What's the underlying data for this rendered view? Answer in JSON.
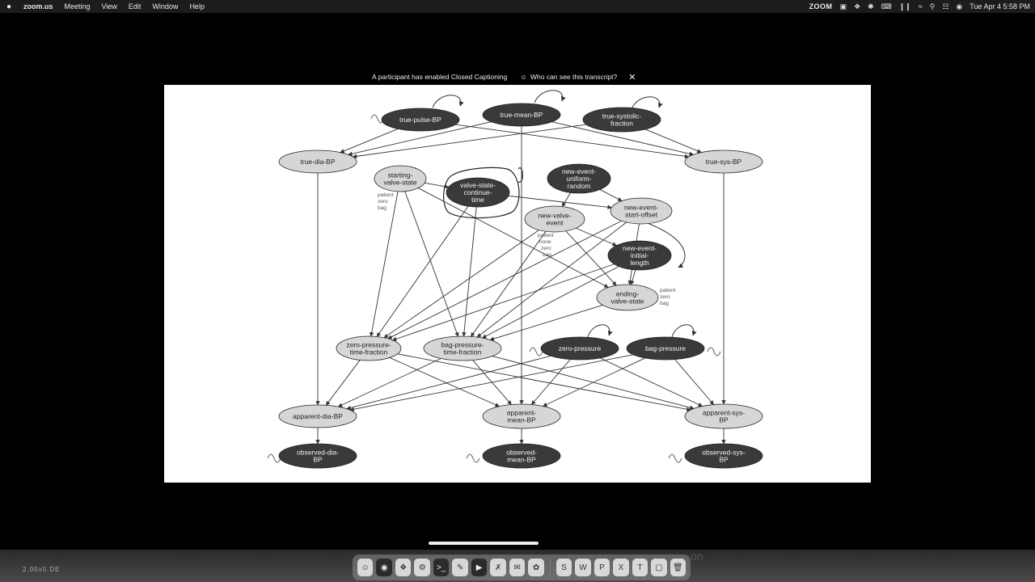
{
  "menubar": {
    "apple_icon": "apple-icon",
    "app_name": "zoom.us",
    "menus": [
      "Meeting",
      "View",
      "Edit",
      "Window",
      "Help"
    ],
    "status_zoom": "ZOOM",
    "status_icons": [
      "screen-share-icon",
      "dropbox-icon",
      "bluetooth-icon",
      "keyboard-icon",
      "pause-icon",
      "wifi-icon",
      "search-icon",
      "control-center-icon",
      "siri-icon"
    ],
    "clock": "Tue Apr 4  5:58 PM"
  },
  "caption_banner": {
    "message": "A participant has enabled Closed Captioning",
    "who_link": "Who can see this transcript?",
    "close_icon": "close-icon"
  },
  "diagram": {
    "nodes": [
      {
        "id": "true-pulse-bp",
        "lines": [
          "true-pulse-BP"
        ],
        "fill": "dark"
      },
      {
        "id": "true-mean-bp",
        "lines": [
          "true-mean-BP"
        ],
        "fill": "dark"
      },
      {
        "id": "true-systolic-fraction",
        "lines": [
          "true-systolic-",
          "fraction"
        ],
        "fill": "dark"
      },
      {
        "id": "true-dia-bp",
        "lines": [
          "true-dia-BP"
        ],
        "fill": "light"
      },
      {
        "id": "true-sys-bp",
        "lines": [
          "true-sys-BP"
        ],
        "fill": "light"
      },
      {
        "id": "starting-valve-state",
        "lines": [
          "starting-",
          "valve-state"
        ],
        "fill": "light"
      },
      {
        "id": "valve-state-continue-time",
        "lines": [
          "valve-state-",
          "continue-",
          "time"
        ],
        "fill": "dark"
      },
      {
        "id": "new-event-uniform-random",
        "lines": [
          "new-event-",
          "uniform-",
          "random"
        ],
        "fill": "dark"
      },
      {
        "id": "new-valve-event",
        "lines": [
          "new-valve-",
          "event"
        ],
        "fill": "light"
      },
      {
        "id": "new-event-start-offset",
        "lines": [
          "new-event-",
          "start-offset"
        ],
        "fill": "light"
      },
      {
        "id": "new-event-initial-length",
        "lines": [
          "new-event-",
          "initial-",
          "length"
        ],
        "fill": "dark"
      },
      {
        "id": "ending-valve-state",
        "lines": [
          "ending-",
          "valve-state"
        ],
        "fill": "light"
      },
      {
        "id": "zero-pressure-time-fraction",
        "lines": [
          "zero-pressure-",
          "time-fraction"
        ],
        "fill": "light"
      },
      {
        "id": "bag-pressure-time-fraction",
        "lines": [
          "bag-pressure-",
          "time-fraction"
        ],
        "fill": "light"
      },
      {
        "id": "zero-pressure",
        "lines": [
          "zero-pressure"
        ],
        "fill": "dark"
      },
      {
        "id": "bag-pressure",
        "lines": [
          "bag-pressure"
        ],
        "fill": "dark"
      },
      {
        "id": "apparent-dia-bp",
        "lines": [
          "apparent-dia-BP"
        ],
        "fill": "light"
      },
      {
        "id": "apparent-mean-bp",
        "lines": [
          "apparent-",
          "mean-BP"
        ],
        "fill": "light"
      },
      {
        "id": "apparent-sys-bp",
        "lines": [
          "apparent-sys-",
          "BP"
        ],
        "fill": "light"
      },
      {
        "id": "observed-dia-bp",
        "lines": [
          "observed-dia-",
          "BP"
        ],
        "fill": "dark"
      },
      {
        "id": "observed-mean-bp",
        "lines": [
          "observed-",
          "mean-BP"
        ],
        "fill": "dark"
      },
      {
        "id": "observed-sys-bp",
        "lines": [
          "observed-sys-",
          "BP"
        ],
        "fill": "dark"
      }
    ],
    "edges": [
      [
        "true-pulse-bp",
        "true-dia-bp"
      ],
      [
        "true-pulse-bp",
        "true-sys-bp"
      ],
      [
        "true-mean-bp",
        "true-dia-bp"
      ],
      [
        "true-mean-bp",
        "true-sys-bp"
      ],
      [
        "true-mean-bp",
        "apparent-mean-bp"
      ],
      [
        "true-systolic-fraction",
        "true-dia-bp"
      ],
      [
        "true-systolic-fraction",
        "true-sys-bp"
      ],
      [
        "true-dia-bp",
        "apparent-dia-bp"
      ],
      [
        "true-sys-bp",
        "apparent-sys-bp"
      ],
      [
        "starting-valve-state",
        "valve-state-continue-time"
      ],
      [
        "starting-valve-state",
        "zero-pressure-time-fraction"
      ],
      [
        "starting-valve-state",
        "bag-pressure-time-fraction"
      ],
      [
        "starting-valve-state",
        "ending-valve-state"
      ],
      [
        "valve-state-continue-time",
        "new-event-start-offset"
      ],
      [
        "valve-state-continue-time",
        "zero-pressure-time-fraction"
      ],
      [
        "valve-state-continue-time",
        "bag-pressure-time-fraction"
      ],
      [
        "new-event-uniform-random",
        "new-valve-event"
      ],
      [
        "new-event-uniform-random",
        "new-event-start-offset"
      ],
      [
        "new-valve-event",
        "new-event-initial-length"
      ],
      [
        "new-valve-event",
        "ending-valve-state"
      ],
      [
        "new-valve-event",
        "zero-pressure-time-fraction"
      ],
      [
        "new-valve-event",
        "bag-pressure-time-fraction"
      ],
      [
        "new-event-start-offset",
        "ending-valve-state"
      ],
      [
        "new-event-start-offset",
        "zero-pressure-time-fraction"
      ],
      [
        "new-event-start-offset",
        "bag-pressure-time-fraction"
      ],
      [
        "new-event-initial-length",
        "ending-valve-state"
      ],
      [
        "new-event-initial-length",
        "zero-pressure-time-fraction"
      ],
      [
        "new-event-initial-length",
        "bag-pressure-time-fraction"
      ],
      [
        "ending-valve-state",
        "bag-pressure-time-fraction"
      ],
      [
        "zero-pressure-time-fraction",
        "apparent-dia-bp"
      ],
      [
        "zero-pressure-time-fraction",
        "apparent-mean-bp"
      ],
      [
        "zero-pressure-time-fraction",
        "apparent-sys-bp"
      ],
      [
        "bag-pressure-time-fraction",
        "apparent-dia-bp"
      ],
      [
        "bag-pressure-time-fraction",
        "apparent-mean-bp"
      ],
      [
        "bag-pressure-time-fraction",
        "apparent-sys-bp"
      ],
      [
        "zero-pressure",
        "apparent-dia-bp"
      ],
      [
        "zero-pressure",
        "apparent-mean-bp"
      ],
      [
        "zero-pressure",
        "apparent-sys-bp"
      ],
      [
        "bag-pressure",
        "apparent-dia-bp"
      ],
      [
        "bag-pressure",
        "apparent-mean-bp"
      ],
      [
        "bag-pressure",
        "apparent-sys-bp"
      ],
      [
        "apparent-dia-bp",
        "observed-dia-bp"
      ],
      [
        "apparent-mean-bp",
        "observed-mean-bp"
      ],
      [
        "apparent-sys-bp",
        "observed-sys-bp"
      ]
    ],
    "annotations": {
      "starting": [
        "patient",
        "zero",
        "bag"
      ],
      "new_valve": [
        "patient",
        "none",
        "zero",
        "bag"
      ],
      "ending": [
        "patient",
        "zero",
        "bag"
      ]
    },
    "colors": {
      "dark": "#3a3a3a",
      "light": "#d6d6d6",
      "edge": "#333333"
    }
  },
  "dock": {
    "left_label": "2.00x0.DE",
    "ghost_text": "on",
    "apps": [
      "finder-icon",
      "chrome-icon",
      "safari-icon",
      "settings-icon",
      "terminal-icon",
      "notes-icon",
      "zoom-icon",
      "acrobat-icon",
      "outlook-icon",
      "photos-icon",
      "skype-icon",
      "word-icon",
      "powerpoint-icon",
      "excel-icon",
      "teams-icon",
      "preview-icon",
      "trash-icon"
    ]
  }
}
